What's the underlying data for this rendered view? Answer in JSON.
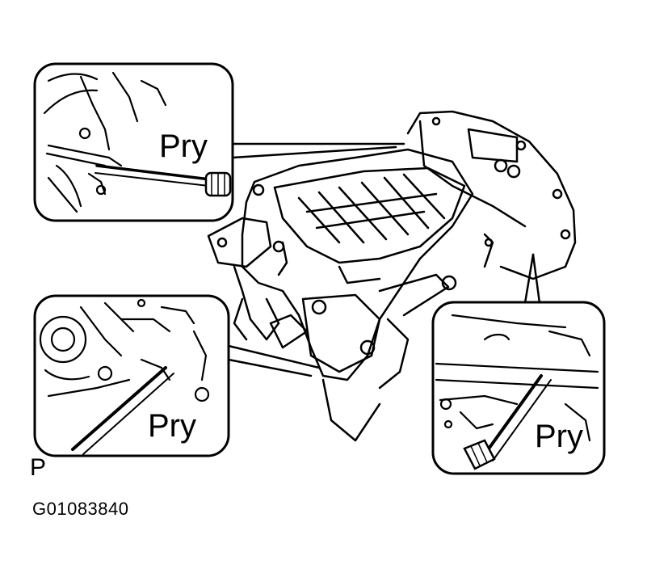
{
  "callouts": {
    "top_left": {
      "label": "Pry"
    },
    "bottom_left": {
      "label": "Pry"
    },
    "bottom_right": {
      "label": "Pry"
    }
  },
  "corner_mark": "P",
  "figure_id": "G01083840"
}
